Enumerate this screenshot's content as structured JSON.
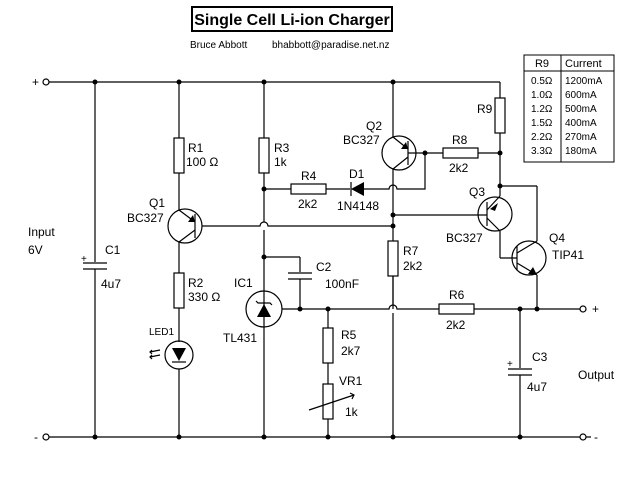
{
  "title": "Single Cell Li-ion Charger",
  "author": "Bruce Abbott",
  "email": "bhabbott@paradise.net.nz",
  "terminals": {
    "input_plus": "+",
    "input_minus": "-",
    "output_plus": "+",
    "output_minus": "-",
    "input_label": "Input",
    "input_voltage": "6V",
    "output_label": "Output"
  },
  "components": {
    "R1": {
      "ref": "R1",
      "value": "100 Ω"
    },
    "R2": {
      "ref": "R2",
      "value": "330 Ω"
    },
    "R3": {
      "ref": "R3",
      "value": "1k"
    },
    "R4": {
      "ref": "R4",
      "value": "2k2"
    },
    "R5": {
      "ref": "R5",
      "value": "2k7"
    },
    "R6": {
      "ref": "R6",
      "value": "2k2"
    },
    "R7": {
      "ref": "R7",
      "value": "2k2"
    },
    "R8": {
      "ref": "R8",
      "value": "2k2"
    },
    "R9": {
      "ref": "R9"
    },
    "VR1": {
      "ref": "VR1",
      "value": "1k"
    },
    "C1": {
      "ref": "C1",
      "value": "4u7",
      "polarity": "+"
    },
    "C2": {
      "ref": "C2",
      "value": "100nF"
    },
    "C3": {
      "ref": "C3",
      "value": "4u7",
      "polarity": "+"
    },
    "D1": {
      "ref": "D1",
      "value": "1N4148"
    },
    "LED1": {
      "ref": "LED1"
    },
    "IC1": {
      "ref": "IC1",
      "value": "TL431"
    },
    "Q1": {
      "ref": "Q1",
      "value": "BC327"
    },
    "Q2": {
      "ref": "Q2",
      "value": "BC327"
    },
    "Q3": {
      "ref": "Q3",
      "value": "BC327"
    },
    "Q4": {
      "ref": "Q4",
      "value": "TIP41"
    }
  },
  "r9_table": {
    "headers": [
      "R9",
      "Current"
    ],
    "rows": [
      [
        "0.5Ω",
        "1200mA"
      ],
      [
        "1.0Ω",
        "600mA"
      ],
      [
        "1.2Ω",
        "500mA"
      ],
      [
        "1.5Ω",
        "400mA"
      ],
      [
        "2.2Ω",
        "270mA"
      ],
      [
        "3.3Ω",
        "180mA"
      ]
    ]
  }
}
